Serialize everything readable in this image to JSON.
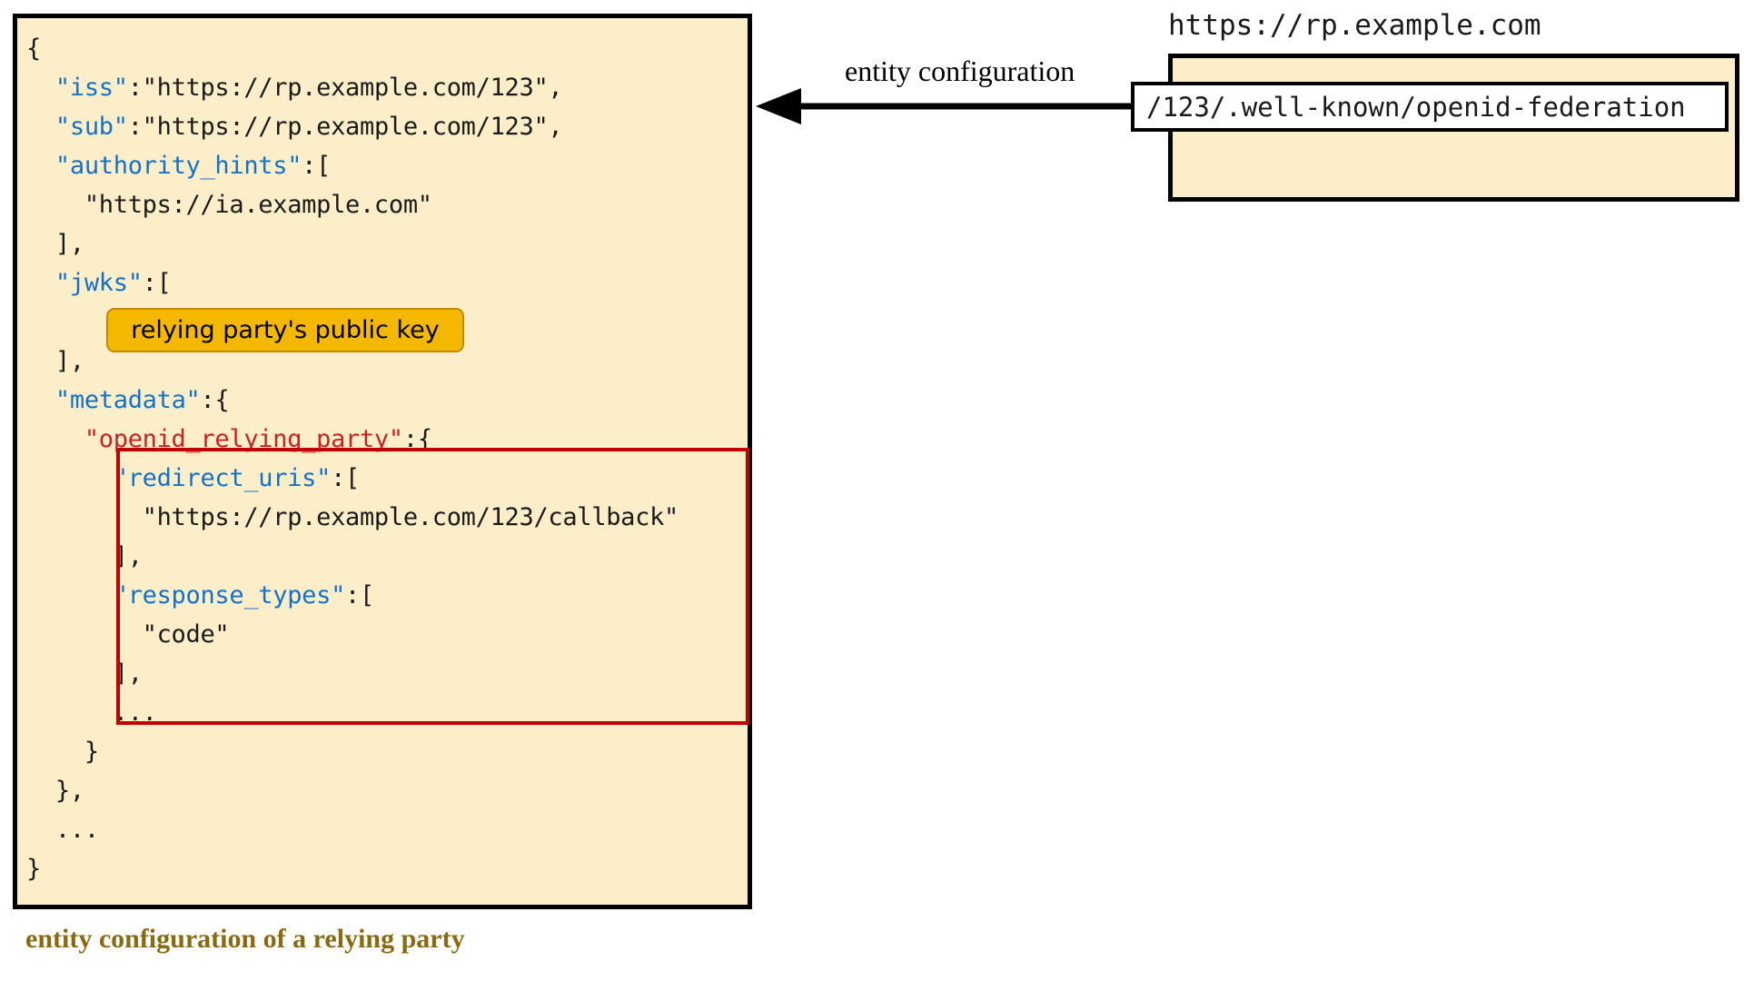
{
  "diagram": {
    "caption": "entity configuration of a relying party",
    "arrow_label": "entity configuration",
    "colors": {
      "panel_fill": "#fbeec8",
      "panel_border": "#000000",
      "key_blue": "#1571c8",
      "key_red": "#cc2020",
      "badge_gold": "#f5b800",
      "highlight_red": "#c00000",
      "caption_olive": "#8a6a10"
    }
  },
  "entity_configuration": {
    "badge_label": "relying party's public key",
    "lines": [
      {
        "indent": 0,
        "text": "{",
        "type": "punc"
      },
      {
        "indent": 1,
        "key": "\"iss\"",
        "key_color": "blue",
        "rest": ":\"https://rp.example.com/123\","
      },
      {
        "indent": 1,
        "key": "\"sub\"",
        "key_color": "blue",
        "rest": ":\"https://rp.example.com/123\","
      },
      {
        "indent": 1,
        "key": "\"authority_hints\"",
        "key_color": "blue",
        "rest": ":["
      },
      {
        "indent": 2,
        "text": "\"https://ia.example.com\"",
        "type": "str"
      },
      {
        "indent": 1,
        "text": "],",
        "type": "punc"
      },
      {
        "indent": 1,
        "key": "\"jwks\"",
        "key_color": "blue",
        "rest": ":["
      },
      {
        "indent": 2,
        "text": "",
        "type": "badge-placeholder"
      },
      {
        "indent": 1,
        "text": "],",
        "type": "punc"
      },
      {
        "indent": 1,
        "key": "\"metadata\"",
        "key_color": "blue",
        "rest": ":{"
      },
      {
        "indent": 2,
        "key": "\"openid_relying_party\"",
        "key_color": "red",
        "rest": ":{"
      },
      {
        "indent": 3,
        "key": "\"redirect_uris\"",
        "key_color": "blue",
        "rest": ":["
      },
      {
        "indent": 4,
        "text": "\"https://rp.example.com/123/callback\"",
        "type": "str"
      },
      {
        "indent": 3,
        "text": "],",
        "type": "punc"
      },
      {
        "indent": 3,
        "key": "\"response_types\"",
        "key_color": "blue",
        "rest": ":["
      },
      {
        "indent": 4,
        "text": "\"code\"",
        "type": "str"
      },
      {
        "indent": 3,
        "text": "],",
        "type": "punc"
      },
      {
        "indent": 3,
        "text": "...",
        "type": "punc"
      },
      {
        "indent": 2,
        "text": "}",
        "type": "punc"
      },
      {
        "indent": 1,
        "text": "},",
        "type": "punc"
      },
      {
        "indent": 1,
        "text": "...",
        "type": "punc"
      },
      {
        "indent": 0,
        "text": "}",
        "type": "punc"
      }
    ]
  },
  "relying_party_server": {
    "host": "https://rp.example.com",
    "endpoint": "/123/.well-known/openid-federation"
  }
}
